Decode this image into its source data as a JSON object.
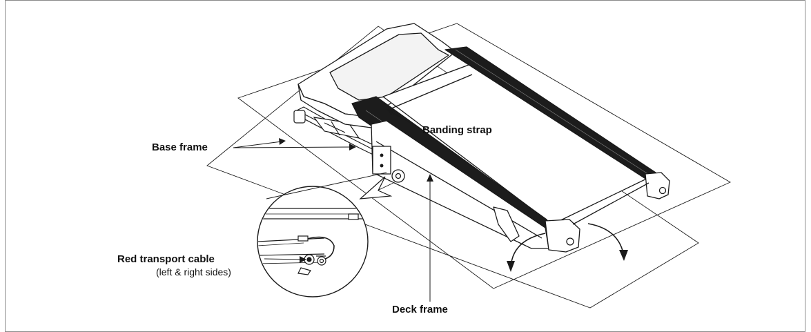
{
  "labels": {
    "banding_strap": "Banding strap",
    "base_frame": "Base frame",
    "red_transport_cable": "Red transport cable",
    "sides_note": "(left & right sides)",
    "deck_frame": "Deck frame"
  },
  "colors": {
    "line": "#1a1a1a",
    "belt": "#1c1c1c",
    "background": "#ffffff"
  }
}
